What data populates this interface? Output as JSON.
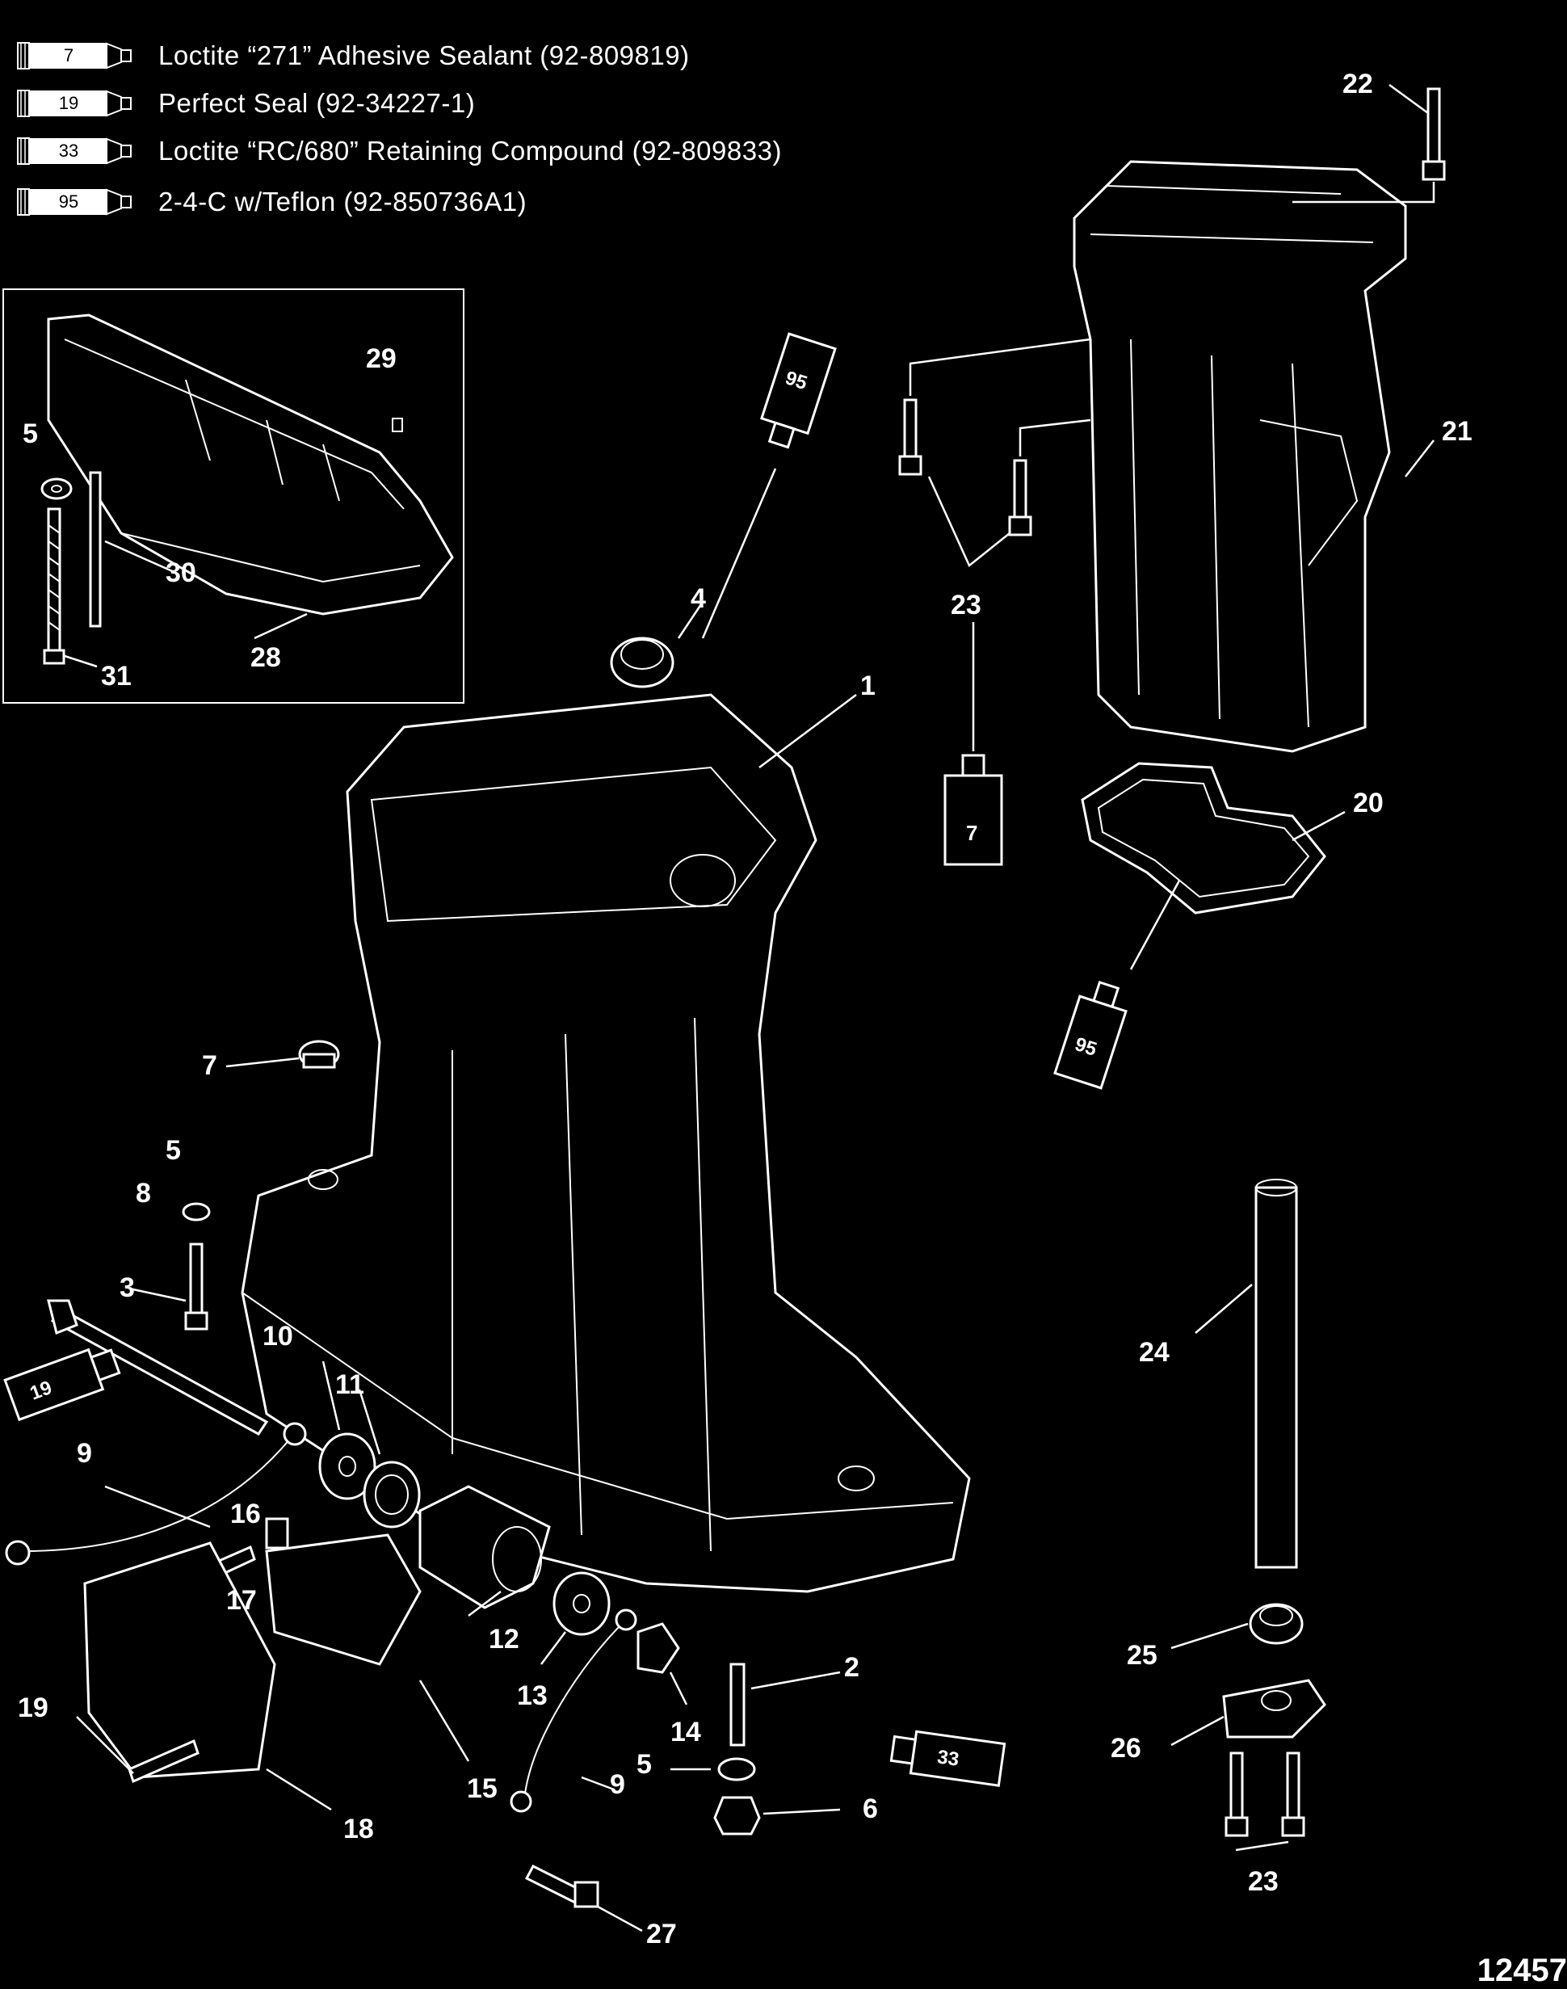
{
  "legend": [
    {
      "tube": "7",
      "text": "Loctite “271” Adhesive Sealant (92-809819)"
    },
    {
      "tube": "19",
      "text": "Perfect Seal (92-34227-1)"
    },
    {
      "tube": "33",
      "text": "Loctite “RC/680” Retaining Compound (92-809833)"
    },
    {
      "tube": "95",
      "text": "2-4-C w/Teflon (92-850736A1)"
    }
  ],
  "callouts": [
    "22",
    "29",
    "5",
    "30",
    "31",
    "28",
    "4",
    "95",
    "21",
    "23",
    "1",
    "7",
    "20",
    "95",
    "7",
    "5",
    "8",
    "3",
    "10",
    "11",
    "19",
    "9",
    "16",
    "17",
    "12",
    "13",
    "14",
    "2",
    "33",
    "5",
    "6",
    "9",
    "15",
    "19",
    "18",
    "27",
    "24",
    "25",
    "26",
    "23"
  ],
  "reference_number": "12457"
}
